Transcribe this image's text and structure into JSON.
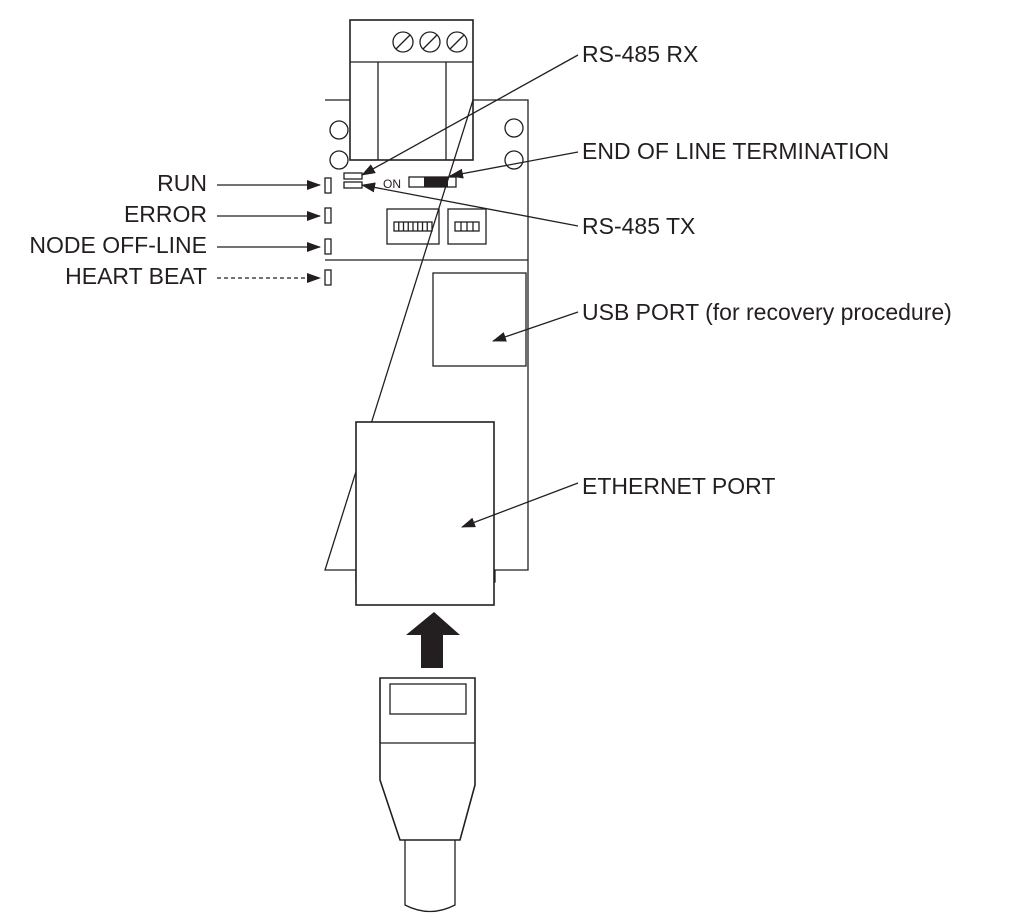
{
  "labels": {
    "rs485_rx": "RS-485 RX",
    "end_of_line": "END OF LINE TERMINATION",
    "rs485_tx": "RS-485 TX",
    "run": "RUN",
    "error": "ERROR",
    "node_offline": "NODE OFF-LINE",
    "heart_beat": "HEART BEAT",
    "usb_port": "USB PORT (for recovery procedure)",
    "ethernet_port": "ETHERNET PORT",
    "switch_on": "ON"
  },
  "colors": {
    "ink": "#231f20",
    "background": "#ffffff"
  }
}
